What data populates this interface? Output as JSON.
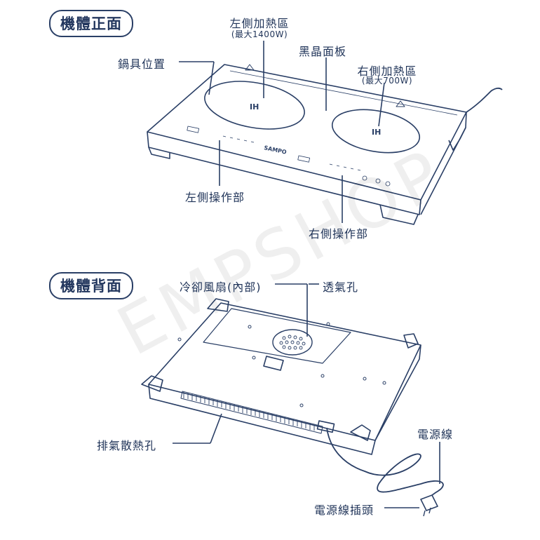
{
  "front_section": {
    "title": "機體正面"
  },
  "back_section": {
    "title": "機體背面"
  },
  "front_labels": {
    "left_heating_zone": "左側加熱區",
    "left_heating_zone_power": "(最大1400W)",
    "black_crystal_panel": "黑晶面板",
    "right_heating_zone": "右側加熱區",
    "right_heating_zone_power": "(最大700W)",
    "cookware_position": "鍋具位置",
    "left_control": "左側操作部",
    "right_control": "右側操作部",
    "brand": "SAMPO",
    "ih_mark": "IH"
  },
  "back_labels": {
    "cooling_fan": "冷卻風扇(內部)",
    "vent_hole": "透氣孔",
    "exhaust_vents": "排氣散熱孔",
    "power_cord": "電源線",
    "power_plug": "電源線插頭"
  },
  "watermark": "EMPSHOP",
  "colors": {
    "line": "#2a3f66",
    "text": "#1f3358",
    "panel": "#ffffff"
  }
}
